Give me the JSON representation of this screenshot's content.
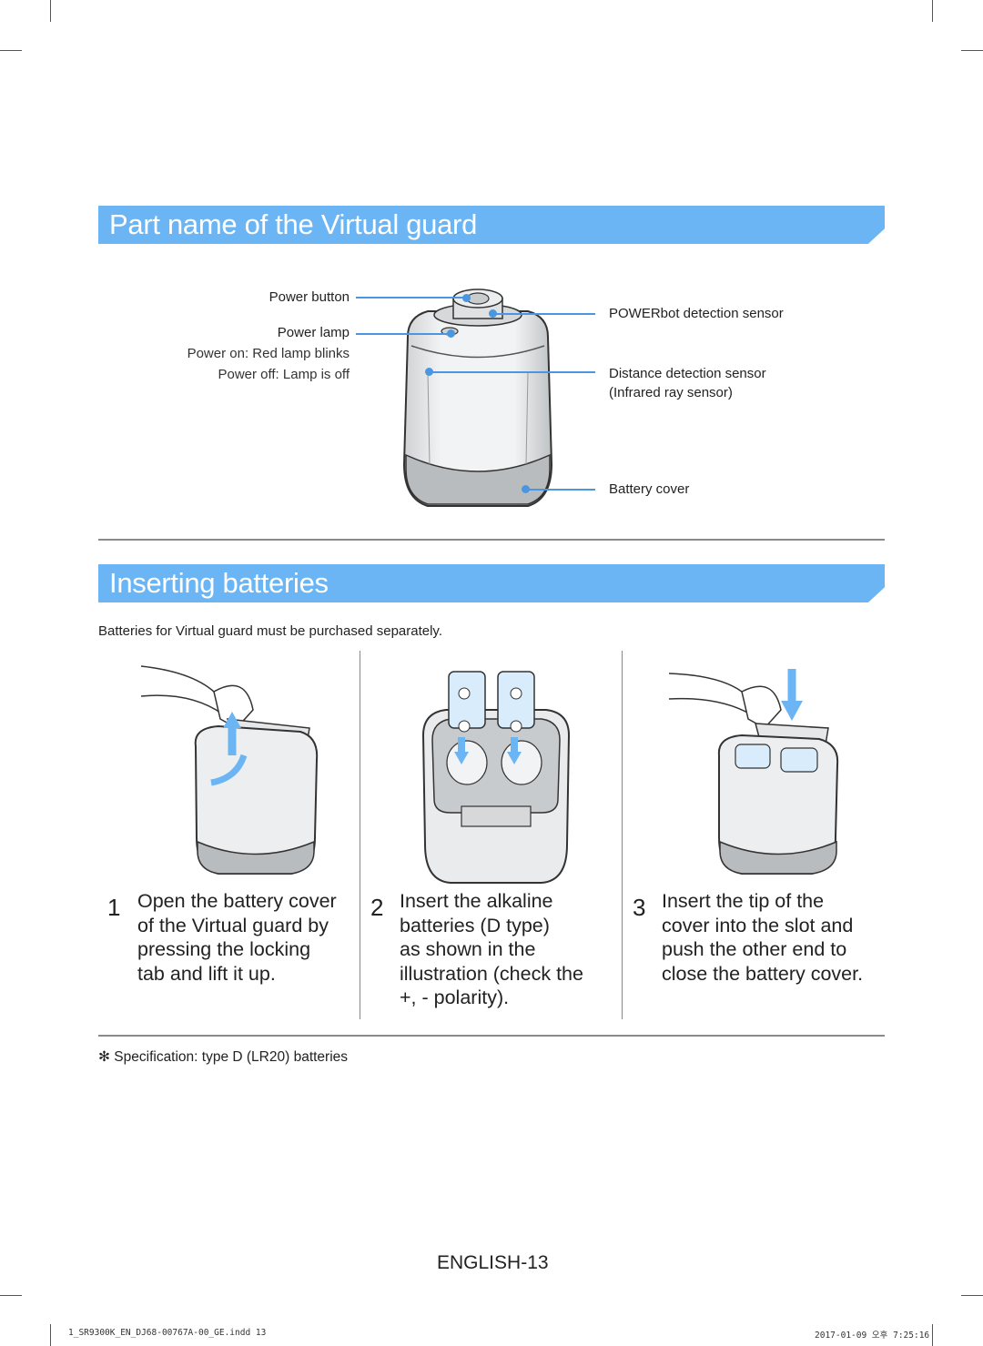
{
  "sections": {
    "part_name_title": "Part name of the Virtual guard",
    "inserting_title": "Inserting batteries"
  },
  "labels": {
    "power_button": "Power button",
    "power_lamp": "Power lamp",
    "power_on": "Power on: Red lamp blinks",
    "power_off": "Power off: Lamp is off",
    "powerbot_sensor": "POWERbot detection sensor",
    "distance_sensor": "Distance detection sensor",
    "infrared": "(Infrared ray sensor)",
    "battery_cover": "Battery cover"
  },
  "intro": "Batteries for Virtual guard must be purchased separately.",
  "steps": [
    {
      "num": "1",
      "lines": [
        "Open the battery cover",
        "of the Virtual guard by",
        "pressing the locking",
        "tab and lift it up."
      ]
    },
    {
      "num": "2",
      "lines": [
        "Insert the alkaline",
        "batteries (D type)",
        "as shown in the",
        "illustration (check the",
        "+, - polarity)."
      ]
    },
    {
      "num": "3",
      "lines": [
        "Insert the tip of the",
        "cover into the slot and",
        "push the other end to",
        "close the battery cover."
      ]
    }
  ],
  "note": "✻ Specification: type D (LR20) batteries",
  "page_label": {
    "prefix": "ENGLISH-",
    "number": "13"
  },
  "footer": {
    "file": "1_SR9300K_EN_DJ68-00767A-00_GE.indd   13",
    "date": "2017-01-09   오후 7:25:16"
  },
  "colors": {
    "accent": "#6bb5f5",
    "leader": "#4a96e0"
  }
}
